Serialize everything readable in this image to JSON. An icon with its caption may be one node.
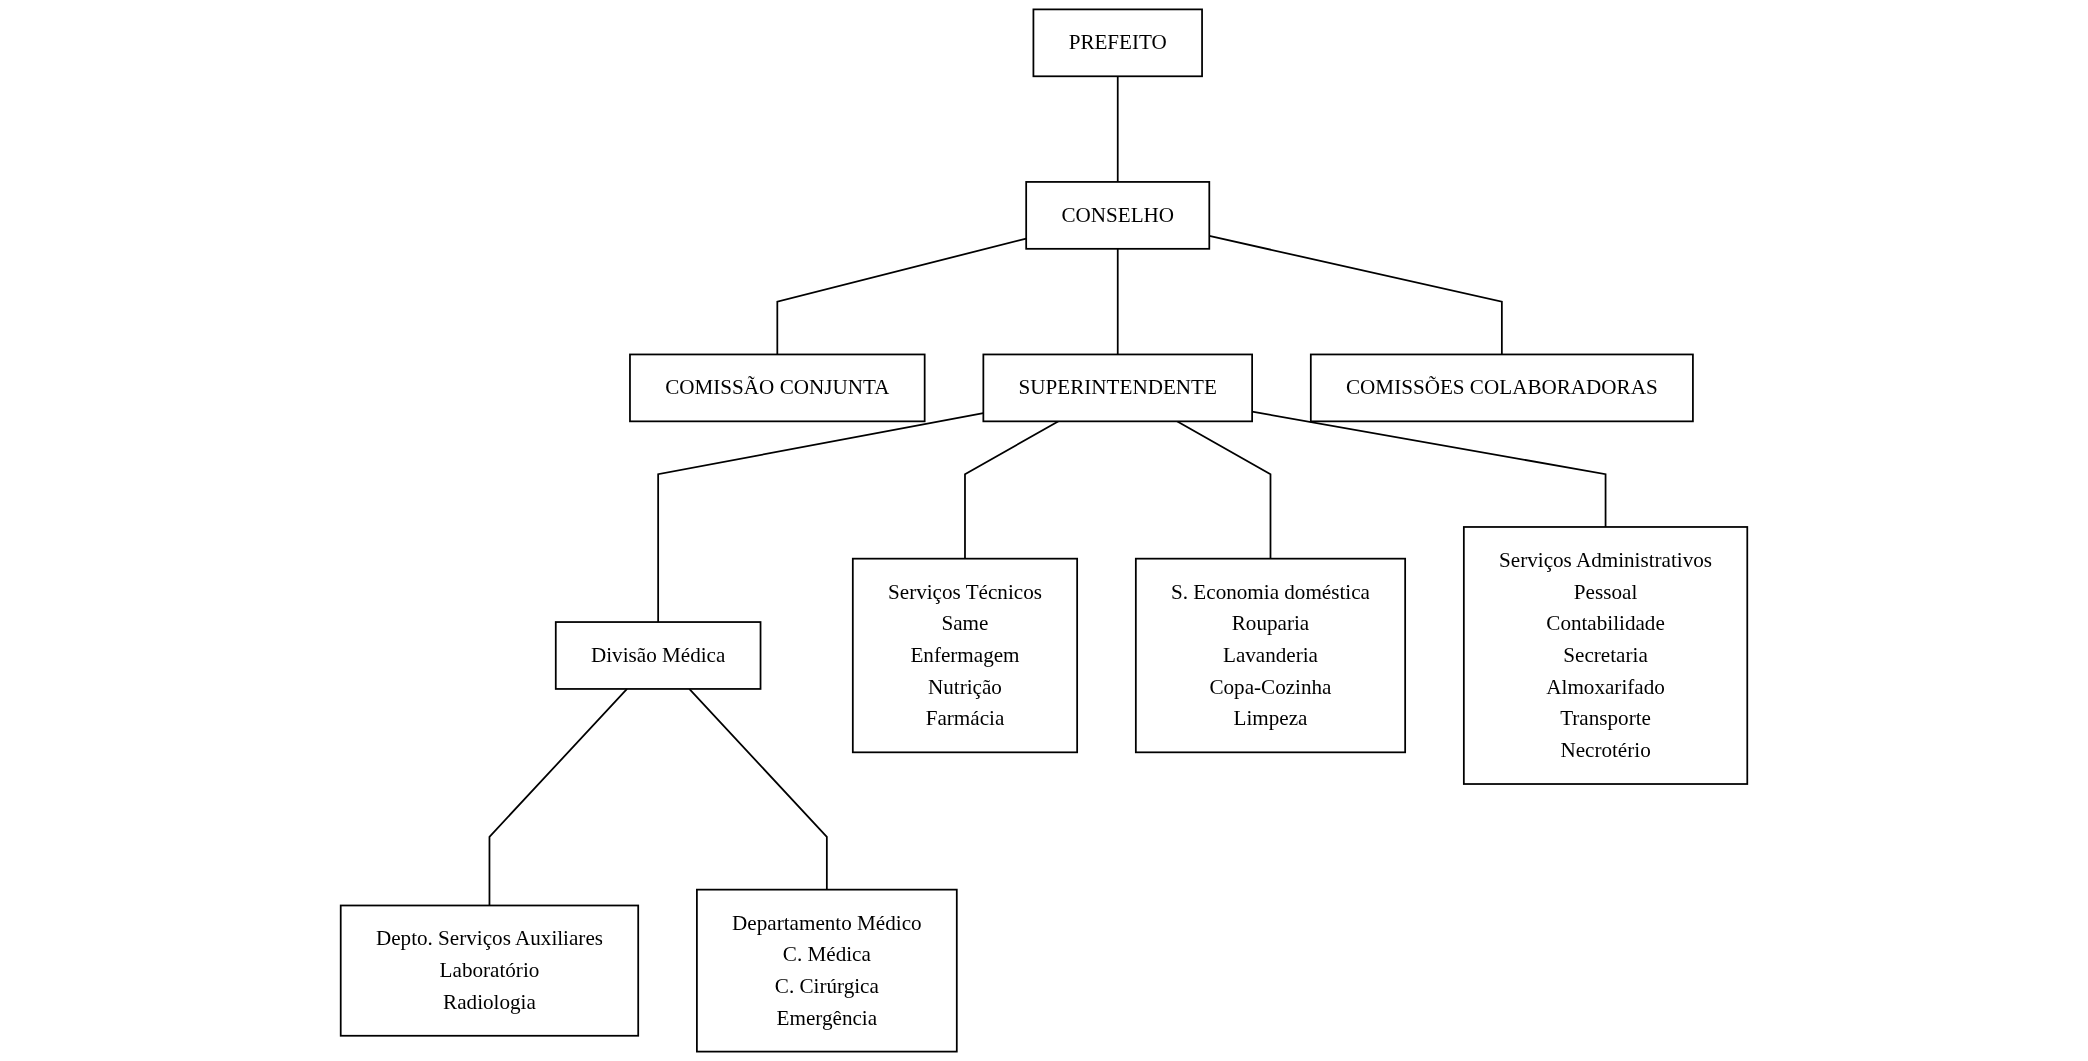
{
  "diagram": {
    "nodes": [
      {
        "text": [
          "PREFEITO"
        ]
      },
      {
        "text": [
          "COMISSÃO CONJUNTA"
        ]
      },
      {
        "text": [
          "CONSELHO"
        ]
      },
      {
        "text": [
          "COMISSÕES COLABORADORAS"
        ]
      },
      {
        "text": [
          "SUPERINTENDENTE"
        ]
      },
      {
        "text": [
          "Divisão Médica"
        ]
      },
      {
        "text": [
          "Serviços Técnicos",
          "Same",
          "Enfermagem",
          "Nutrição",
          "Farmácia"
        ]
      },
      {
        "text": [
          "S. Economia doméstica",
          "Rouparia",
          "Lavanderia",
          "Copa-Cozinha",
          "Limpeza"
        ]
      },
      {
        "text": [
          "Serviços Administrativos",
          "Pessoal",
          "Contabilidade",
          "Secretaria",
          "Almoxarifado",
          "Transporte",
          "Necrotério"
        ]
      },
      {
        "text": [
          "Depto. Serviços Auxiliares",
          "Laboratório",
          "Radiologia"
        ]
      },
      {
        "text": [
          "Departamento Médico",
          "C. Médica",
          "C. Cirúrgica",
          "Emergência"
        ]
      }
    ],
    "edges": [
      {
        "from": 0,
        "to": 2,
        "arrow": "none"
      },
      {
        "from": 2,
        "to": 1,
        "arrow": "none"
      },
      {
        "from": 2,
        "to": 3,
        "arrow": "none"
      },
      {
        "from": 2,
        "to": 4,
        "arrow": "none"
      },
      {
        "from": 4,
        "to": 5,
        "arrow": "none"
      },
      {
        "from": 4,
        "to": 6,
        "arrow": "none"
      },
      {
        "from": 4,
        "to": 7,
        "arrow": "none"
      },
      {
        "from": 4,
        "to": 8,
        "arrow": "none"
      },
      {
        "from": 5,
        "to": 9,
        "arrow": "none"
      },
      {
        "from": 5,
        "to": 10,
        "arrow": "none"
      }
    ]
  }
}
